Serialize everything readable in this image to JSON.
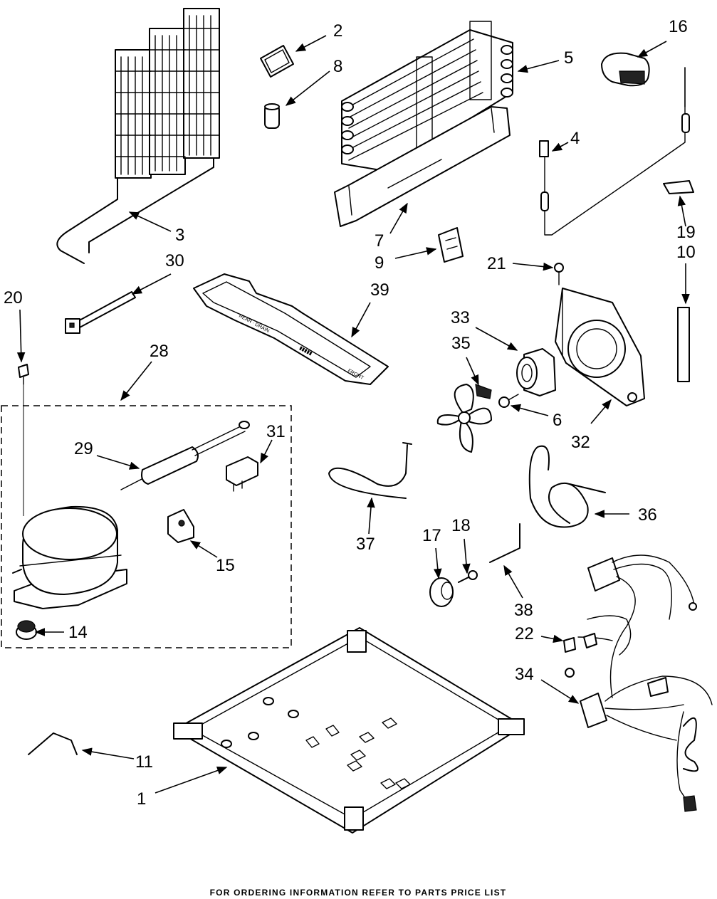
{
  "footer": "FOR ORDERING INFORMATION REFER TO PARTS PRICE LIST",
  "callouts": {
    "c1": "1",
    "c2": "2",
    "c3": "3",
    "c4": "4",
    "c5": "5",
    "c6": "6",
    "c7": "7",
    "c8": "8",
    "c9": "9",
    "c10": "10",
    "c11": "11",
    "c14": "14",
    "c15": "15",
    "c16": "16",
    "c17": "17",
    "c18": "18",
    "c19": "19",
    "c20": "20",
    "c21": "21",
    "c22": "22",
    "c28": "28",
    "c29": "29",
    "c30": "30",
    "c31": "31",
    "c32": "32",
    "c33": "33",
    "c34": "34",
    "c35": "35",
    "c36": "36",
    "c37": "37",
    "c38": "38",
    "c39": "39"
  }
}
